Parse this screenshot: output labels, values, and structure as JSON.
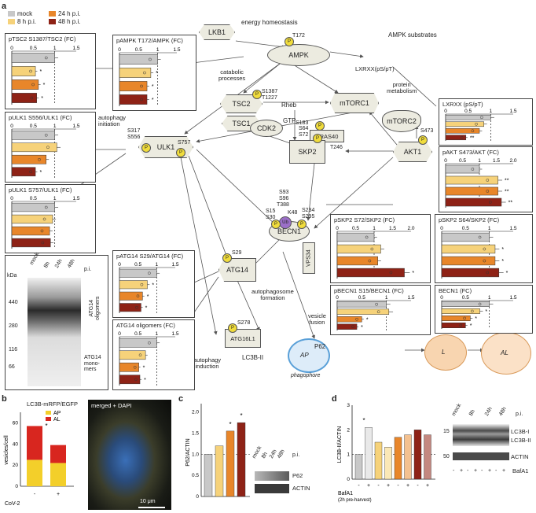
{
  "panel_letters": {
    "a": "a",
    "b": "b",
    "c": "c",
    "d": "d"
  },
  "legend": {
    "mock": "mock",
    "h8": "8 h p.i.",
    "h24": "24 h p.i.",
    "h48": "48 h p.i."
  },
  "colors": {
    "mock": "#c8c8c8",
    "h8": "#f6d27a",
    "h24": "#e8862a",
    "h48": "#8e2216",
    "node": "#ecebe0",
    "phospho": "#f0dc3c",
    "ub": "#9b6fc8"
  },
  "nodes": {
    "lkb1": "LKB1",
    "ampk": "AMPK",
    "tsc2": "TSC2",
    "tsc1": "TSC1",
    "rheb": "Rheb",
    "gtp": "GTP",
    "mtorc1": "mTORC1",
    "mtorc2": "mTORC2",
    "pras40": "PRAS40",
    "ulk1": "ULK1",
    "cdk2": "CDK2",
    "skp2": "SKP2",
    "akt1": "AKT1",
    "beclin1": "BECN1",
    "vps34": "VPS34",
    "atg14": "ATG14",
    "atg16l1": "ATG16L1",
    "lc3b2": "LC3B-II",
    "ub": "Ub",
    "p": "P"
  },
  "site_labels": {
    "t172": "T172",
    "s1387": "S1387",
    "t1227": "T1227",
    "s183": "S183",
    "t246": "T246",
    "s317": "S317",
    "s556": "S556",
    "s757": "S757",
    "s64": "S64",
    "s72": "S72",
    "s473": "S473",
    "s93": "S93",
    "s96": "S96",
    "t388": "T388",
    "s15": "S15",
    "s30": "S30",
    "k48": "K48",
    "s234": "S234",
    "s295": "S295",
    "s29": "S29",
    "s278": "S278"
  },
  "process_labels": {
    "energy": "energy homeostasis",
    "ampk_sub": "AMPK substrates",
    "lxrxx": "LXRXX(pS/pT)",
    "catabolic": "catabolic\nprocesses",
    "protein": "protein\nmetabolism",
    "autoinit": "autophagy\ninitiation",
    "autoform": "autophagosome\nformation",
    "autoind": "autophagy\ninduction",
    "vesicle": "vesicle\nfusion",
    "phagophore": "phagophore",
    "p62": "P62",
    "ap": "AP",
    "l": "L",
    "al": "AL"
  },
  "bar_panels": [
    {
      "id": "tsc2",
      "title": "pTSC2 S1387/TSC2 (FC)",
      "axis": [
        "0",
        "0.5",
        "1",
        "1.5"
      ],
      "max": 1.5,
      "values": [
        1.0,
        0.55,
        0.62,
        0.58
      ],
      "stars": [
        "",
        "*",
        "*",
        "*"
      ]
    },
    {
      "id": "ulk1_556",
      "title": "pULK1 S556/ULK1 (FC)",
      "axis": [
        "0",
        "0.5",
        "1",
        "1.5"
      ],
      "max": 1.5,
      "values": [
        1.0,
        1.05,
        0.8,
        0.55
      ],
      "stars": [
        "",
        "",
        "",
        "*"
      ]
    },
    {
      "id": "ulk1_757",
      "title": "pULK1 S757/ULK1 (FC)",
      "axis": [
        "0",
        "0.5",
        "1",
        "1.5"
      ],
      "max": 1.5,
      "values": [
        1.0,
        0.95,
        0.88,
        0.9
      ],
      "stars": [
        "",
        "",
        "",
        ""
      ]
    },
    {
      "id": "ampk",
      "title": "pAMPK T172/AMPK (FC)",
      "axis": [
        "0",
        "0.5",
        "1",
        "1.5"
      ],
      "max": 1.5,
      "values": [
        1.0,
        0.82,
        0.72,
        0.72
      ],
      "stars": [
        "",
        "*",
        "*",
        "*"
      ]
    },
    {
      "id": "atg14",
      "title": "pATG14 S29/ATG14 (FC)",
      "axis": [
        "0",
        "0.5",
        "1",
        "1.5"
      ],
      "max": 1.5,
      "values": [
        1.0,
        0.75,
        0.62,
        0.58
      ],
      "stars": [
        "",
        "*",
        "*",
        "*"
      ]
    },
    {
      "id": "atg14olig",
      "title": "ATG14 oligomers (FC)",
      "axis": [
        "0",
        "0.5",
        "1",
        "1.5"
      ],
      "max": 1.5,
      "values": [
        1.0,
        0.7,
        0.52,
        0.55
      ],
      "stars": [
        "",
        "",
        "*",
        "*"
      ]
    },
    {
      "id": "lrxx",
      "title": "LXRXX (pS/pT)",
      "axis": [
        "0",
        "0.5",
        "1",
        "1.5"
      ],
      "max": 1.5,
      "values": [
        1.0,
        0.85,
        0.75,
        0.45
      ],
      "stars": [
        "",
        "",
        "",
        "**"
      ]
    },
    {
      "id": "akt",
      "title": "pAKT S473/AKT (FC)",
      "axis": [
        "0",
        "0.5",
        "1",
        "1.5",
        "2.0"
      ],
      "max": 2.0,
      "values": [
        1.0,
        1.55,
        1.55,
        1.65
      ],
      "stars": [
        "",
        "**",
        "**",
        "**"
      ]
    },
    {
      "id": "skp2_72",
      "title": "pSKP2 S72/SKP2 (FC)",
      "axis": [
        "0",
        "0.5",
        "1",
        "1.5",
        "2.0"
      ],
      "max": 2.0,
      "values": [
        1.0,
        1.18,
        1.1,
        1.82
      ],
      "stars": [
        "",
        "",
        "",
        "*"
      ]
    },
    {
      "id": "skp2_64",
      "title": "pSKP2 S64/SKP2 (FC)",
      "axis": [
        "0",
        "0.5",
        "1",
        "1.5"
      ],
      "max": 1.5,
      "values": [
        1.0,
        1.12,
        1.12,
        1.2
      ],
      "stars": [
        "",
        "*",
        "*",
        "*"
      ]
    },
    {
      "id": "becn1_15",
      "title": "pBECN1 S15/BECN1 (FC)",
      "axis": [
        "0",
        "0.5",
        "1",
        "1.5"
      ],
      "max": 1.5,
      "values": [
        1.0,
        1.05,
        0.5,
        0.4
      ],
      "stars": [
        "",
        "",
        "*",
        "*"
      ]
    },
    {
      "id": "becn1",
      "title": "BECN1 (FC)",
      "axis": [
        "0",
        "0.5",
        "1",
        "1.5"
      ],
      "max": 1.5,
      "values": [
        1.0,
        0.8,
        0.6,
        0.5
      ],
      "stars": [
        "",
        "*",
        "*",
        "*"
      ]
    }
  ],
  "blot_a": {
    "kda": "kDa",
    "lanes": [
      "mock",
      "8h",
      "24h",
      "48h"
    ],
    "pi": "p.i.",
    "markers": [
      "440",
      "280",
      "116",
      "66"
    ],
    "olig": "ATG14\noligomers",
    "mono": "ATG14\nmono-\nmers"
  },
  "chart_data": [
    {
      "type": "bar",
      "title": "LC3B-mRFP/EGFP",
      "ylabel": "vesicles/cell",
      "categories": [
        "-",
        "+"
      ],
      "xlabel": "CoV-2",
      "series": [
        {
          "name": "AP",
          "values": [
            25,
            22
          ]
        },
        {
          "name": "AL",
          "values": [
            32,
            17
          ]
        }
      ],
      "ylim": [
        0,
        70
      ],
      "yticks": [
        "0",
        "20",
        "40",
        "60"
      ],
      "sig": "*"
    },
    {
      "type": "bar",
      "ylabel": "P62/ACTIN",
      "categories": [
        "mock",
        "8 h p.i.",
        "24 h p.i.",
        "48 h p.i."
      ],
      "values": [
        1.0,
        1.2,
        1.55,
        1.75
      ],
      "ylim": [
        0,
        2.2
      ],
      "yticks": [
        "0",
        "0.5",
        "1.0",
        "1.5",
        "2.0"
      ],
      "stars": [
        "",
        "",
        "*",
        "*"
      ]
    },
    {
      "type": "bar",
      "ylabel": "LC3B-II/ACTIN",
      "categories": [
        "mock",
        "mock",
        "8h",
        "8h",
        "24h",
        "24h",
        "48h",
        "48h"
      ],
      "bafa1": [
        "-",
        "+",
        "-",
        "+",
        "-",
        "+",
        "-",
        "+"
      ],
      "values": [
        1.0,
        2.1,
        1.5,
        1.3,
        1.7,
        1.8,
        2.0,
        1.8
      ],
      "ylim": [
        0,
        3
      ],
      "yticks": [
        "0",
        "1",
        "2",
        "3"
      ],
      "xlabel": "BafA1\n(2h pre-harvest)",
      "sig": "*"
    }
  ],
  "micro": {
    "label": "merged + DAPI",
    "scale": "10 μm"
  },
  "blot_c": {
    "lanes": [
      "mock",
      "8h",
      "24h",
      "48h"
    ],
    "pi": "p.i.",
    "rows": [
      "P62",
      "ACTIN"
    ]
  },
  "blot_d": {
    "lanes": [
      "mock",
      "8h",
      "24h",
      "48h"
    ],
    "pi": "p.i.",
    "markers": [
      "15",
      "50"
    ],
    "rows": [
      "LC3B-I",
      "LC3B-II",
      "ACTIN"
    ],
    "bafa1": [
      "-",
      "+",
      "-",
      "+",
      "-",
      "+",
      "-",
      "+"
    ],
    "bafa1_label": "BafA1"
  }
}
